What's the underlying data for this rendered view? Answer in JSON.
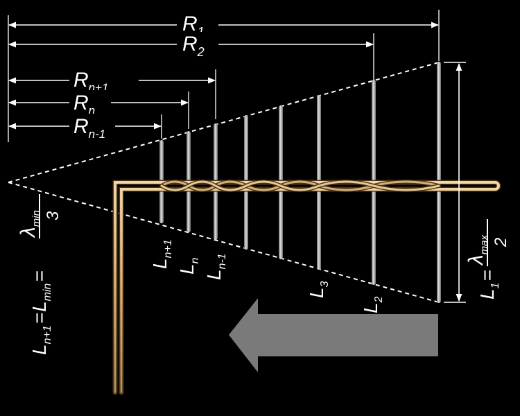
{
  "radii": {
    "r1": {
      "base": "R",
      "sub": "1"
    },
    "r2": {
      "base": "R",
      "sub": "2"
    },
    "rn_plus_1": {
      "base": "R",
      "sub": "n+1"
    },
    "rn": {
      "base": "R",
      "sub": "n"
    },
    "rn_minus_1": {
      "base": "R",
      "sub": "n-1"
    }
  },
  "element_lengths": {
    "ln_plus_1": {
      "base": "L",
      "sub": "n+1"
    },
    "ln": {
      "base": "L",
      "sub": "n"
    },
    "ln_minus_1": {
      "base": "L",
      "sub": "n-1"
    },
    "l3": {
      "base": "L",
      "sub": "3"
    },
    "l2": {
      "base": "L",
      "sub": "2"
    }
  },
  "formula_l1": {
    "lhs_base": "L",
    "lhs_sub": "1",
    "equals": "=",
    "numerator": "λ",
    "numerator_sub": "max",
    "denominator": "2"
  },
  "formula_lmin": {
    "lhs_base": "L",
    "lhs_sub": "n+1",
    "equals1": "=",
    "mid_base": "L",
    "mid_sub": "min",
    "equals2": "=",
    "numerator": "λ",
    "numerator_sub": "min",
    "denominator": "3"
  },
  "colors": {
    "background": "#000000",
    "dimension_lines": "#ffffff",
    "elements": "#9a9a9a",
    "feeder": "#c8a46e",
    "arrow": "#7a7a7a"
  }
}
